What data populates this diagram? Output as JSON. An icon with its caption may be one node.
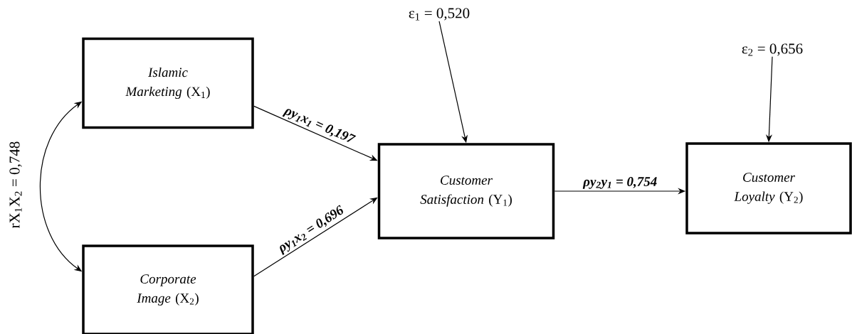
{
  "diagram": {
    "nodes": [
      {
        "text": [
          "*Islamic Marketing* (X$_{1}$)"
        ]
      },
      {
        "text": [
          "*Corporate Image* (X$_{2}$)"
        ]
      },
      {
        "text": [
          "*Customer Satisfaction* (Y$_{1}$)"
        ]
      },
      {
        "text": [
          "*Customer Loyalty* (Y$_{2}$)"
        ]
      },
      {
        "text": [
          "ε$_{1}$ = 0,520"
        ]
      },
      {
        "text": [
          "ε$_{2}$ = 0,656"
        ]
      }
    ],
    "edges": [
      {
        "from": 0,
        "to": 2,
        "arrow": "to",
        "label": "ρy$_{1}$x$_{1}$ = 0,197"
      },
      {
        "from": 1,
        "to": 2,
        "arrow": "to",
        "label": "ρy$_{1}$x$_{2}$ = 0,696"
      },
      {
        "from": 2,
        "to": 3,
        "arrow": "to",
        "label": "ρy$_{2}$y$_{1}$ = 0,754"
      },
      {
        "from": 4,
        "to": 2,
        "arrow": "to"
      },
      {
        "from": 5,
        "to": 3,
        "arrow": "to"
      },
      {
        "from": 0,
        "to": 1,
        "arrow": "both",
        "label": "rX$_{1}$X$_{2}$ = 0,748"
      }
    ]
  }
}
